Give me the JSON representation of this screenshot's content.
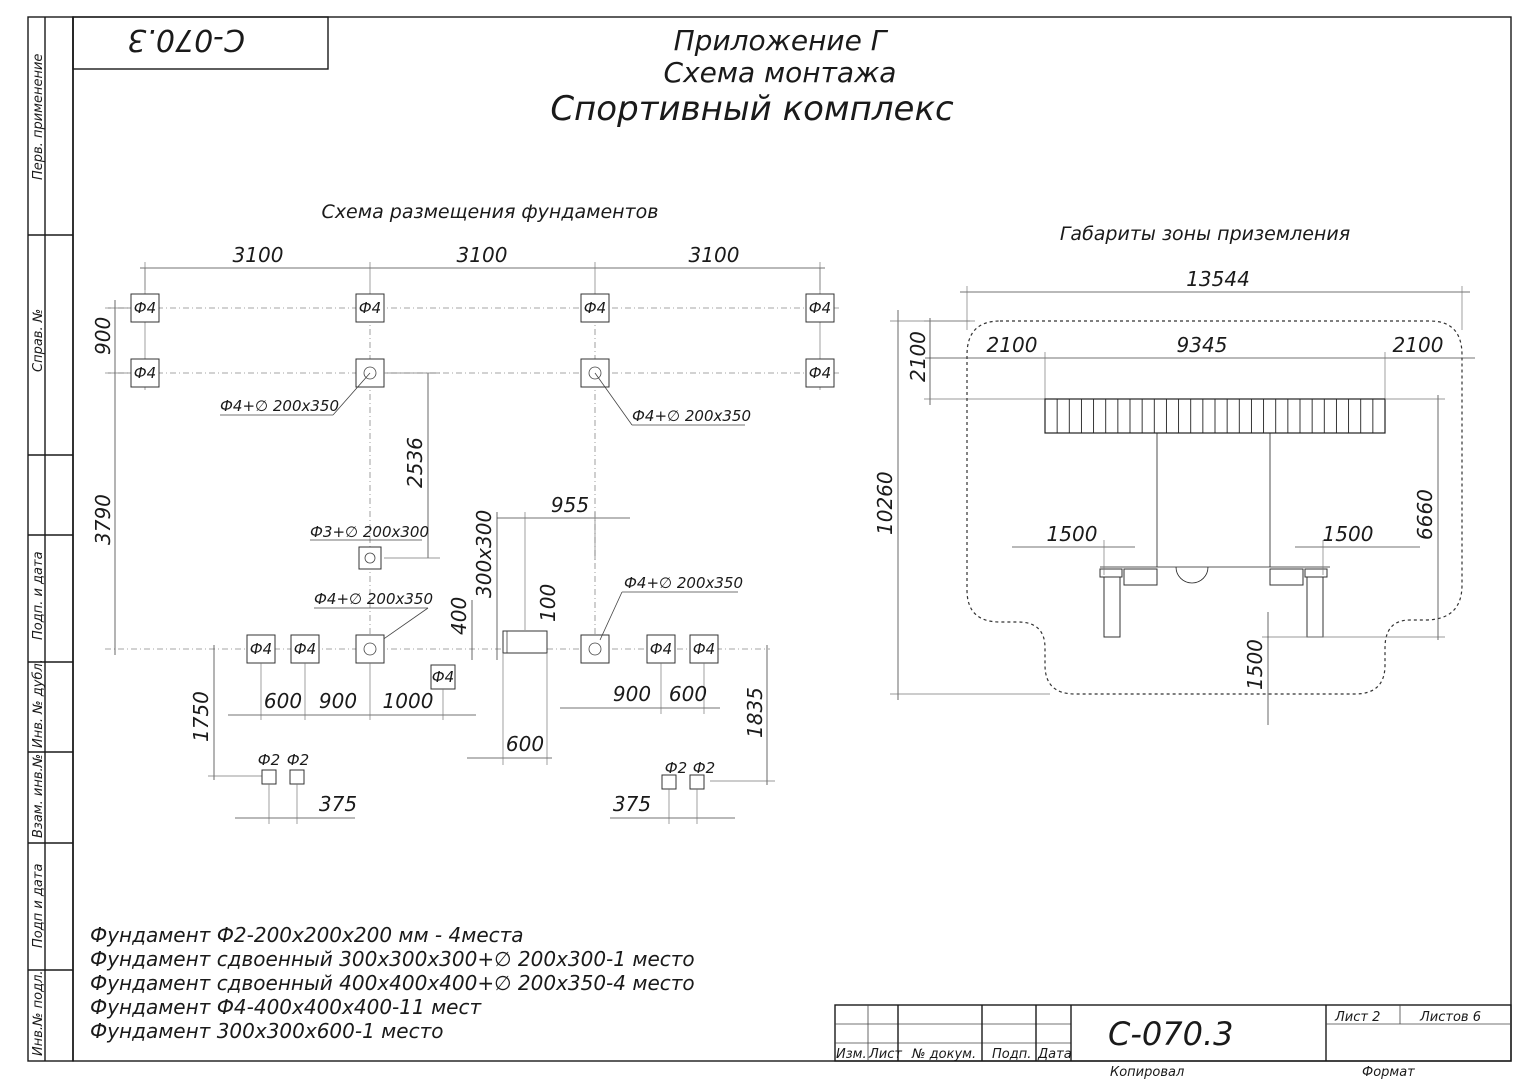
{
  "title": {
    "line1": "Приложение Г",
    "line2": "Схема монтажа",
    "line3": "Спортивный комплекс"
  },
  "corner_code": "С-070.3",
  "side_labels": [
    "Перв. применение",
    "Справ. №",
    "Подп. и дата",
    "Инв. № дубл.",
    "Взам. инв.№",
    "Подп и дата",
    "Инв.№ подл."
  ],
  "foundations_plan": {
    "title": "Схема размещения фундаментов",
    "dims": {
      "top": [
        "3100",
        "3100",
        "3100"
      ],
      "left_900": "900",
      "left_3790": "3790",
      "d2536": "2536",
      "d955": "955",
      "d300x300": "300x300",
      "d400": "400",
      "d100": "100",
      "d1750": "1750",
      "d1835": "1835",
      "bottom_left": [
        "600",
        "900",
        "1000"
      ],
      "d600": "600",
      "bottom_right": [
        "900",
        "600"
      ],
      "d375_left": "375",
      "d375_right": "375"
    },
    "labels": {
      "f4": "Ф4",
      "f2": "Ф2",
      "callout_a": "Ф4+∅ 200x350",
      "callout_b": "Ф4+∅ 200x350",
      "callout_c": "Ф3+∅ 200x300",
      "callout_d": "Ф4+∅ 200x350",
      "callout_e": "Ф4+∅ 200x350"
    }
  },
  "landing_zone": {
    "title": "Габариты зоны приземления",
    "dims": {
      "total_width": "13544",
      "left": "2100",
      "middle": "9345",
      "right": "2100",
      "left_vertical": "2100",
      "height": "10260",
      "d6660": "6660",
      "d1500_left": "1500",
      "d1500_right": "1500",
      "d1500_bottom": "1500"
    }
  },
  "legend": [
    "Фундамент Ф2-200x200x200 мм - 4места",
    "Фундамент сдвоенный 300x300x300+∅ 200x300-1 место",
    "Фундамент сдвоенный 400x400x400+∅ 200x350-4 место",
    "Фундамент Ф4-400x400x400-11 мест",
    "Фундамент 300x300x600-1 место"
  ],
  "title_block": {
    "code": "С-070.3",
    "sheet": "Лист 2",
    "sheets": "Листов 6",
    "col_izm": "Изм.",
    "col_list": "Лист",
    "col_doc": "№ докум.",
    "col_sign": "Подп.",
    "col_date": "Дата",
    "copied": "Копировал",
    "format": "Формат"
  }
}
